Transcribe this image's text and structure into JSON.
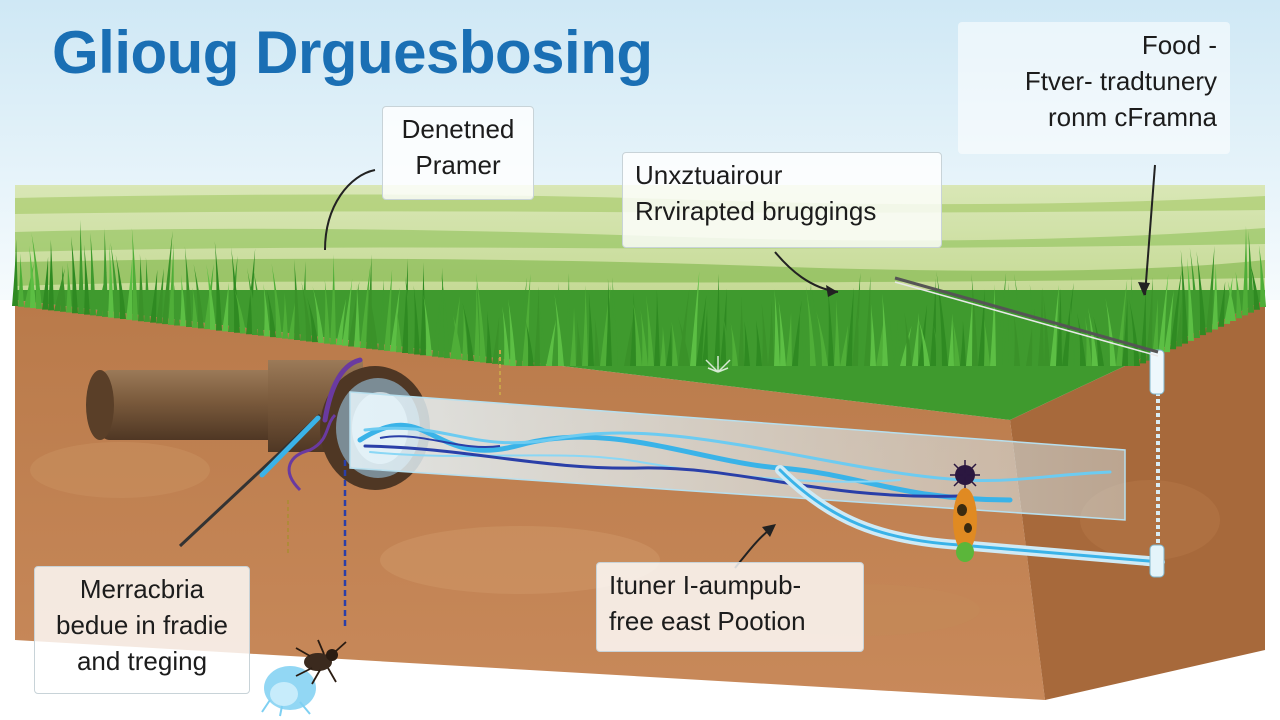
{
  "title": "Glioug Drguesbosing",
  "colors": {
    "title": "#1a6fb4",
    "sky_top": "#cfe8f5",
    "sky_bottom": "#f6fbfd",
    "grass": "#3f9a2e",
    "soil": "#b97a4a",
    "soil_side": "#a7693b",
    "pipe": "#7a5a3c",
    "water": "#3ab3e8",
    "root_veins": "#2a3fa8",
    "purple_cable": "#6a3aa0"
  },
  "callouts": {
    "top_right": [
      "Food -",
      "Ftver- tradtunery",
      "ronm cFramna"
    ],
    "denetned": [
      "Denetned",
      "Pramer"
    ],
    "center": [
      "Unxztuairour",
      "Rrvirapted bruggings"
    ],
    "bottom_left": [
      "Merracbria",
      "bedue in fradie",
      "and treging"
    ],
    "bottom_center": [
      "Ituner I-aumpub-",
      "free east Pootion"
    ]
  },
  "icons": [
    "insect-icon",
    "water-splash-icon",
    "bug-lure-icon"
  ]
}
